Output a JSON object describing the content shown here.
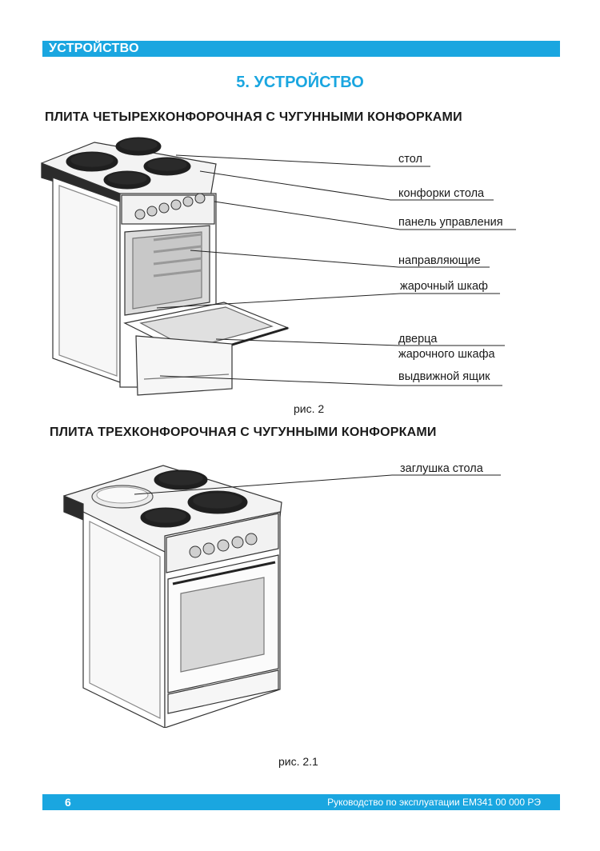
{
  "header": {
    "section": "УСТРОЙСТВО"
  },
  "section_title": "5. УСТРОЙСТВО",
  "figure1": {
    "title": "ПЛИТА ЧЕТЫРЕХКОНФОРОЧНАЯ С ЧУГУННЫМИ КОНФОРКАМИ",
    "caption": "рис. 2",
    "labels": {
      "table": "стол",
      "burners": "конфорки стола",
      "control_panel": "панель управления",
      "guides": "направляющие",
      "oven": "жарочный шкаф",
      "door_line1": "дверца",
      "door_line2": "жарочного шкафа",
      "drawer": "выдвижной ящик"
    }
  },
  "figure2": {
    "title": "ПЛИТА ТРЕХКОНФОРОЧНАЯ С ЧУГУННЫМИ КОНФОРКАМИ",
    "caption": "рис. 2.1",
    "labels": {
      "cap": "заглушка стола"
    }
  },
  "footer": {
    "page_number": "6",
    "document": "Руководство по эксплуатации ЕМ341 00 000 РЭ"
  }
}
